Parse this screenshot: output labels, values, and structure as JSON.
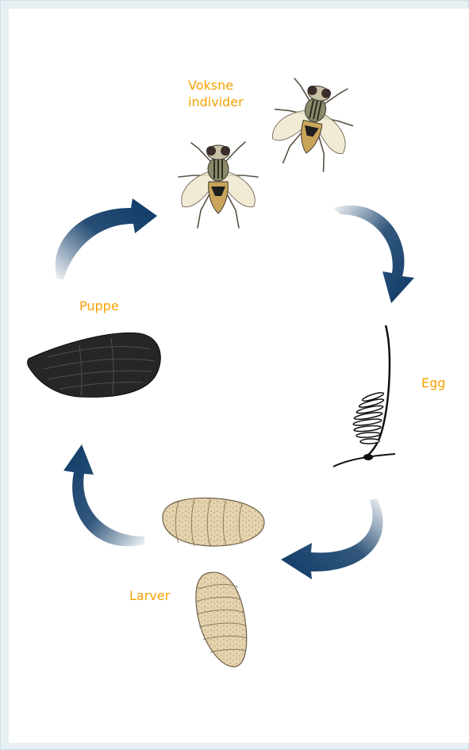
{
  "colors": {
    "label": "#f5a100",
    "arrow": "#0e3a66"
  },
  "stages": {
    "adults": {
      "label_line1": "Voksne",
      "label_line2": "individer",
      "icon": "housefly-icon"
    },
    "egg": {
      "label": "Egg",
      "icon": "egg-cluster-icon"
    },
    "larvae": {
      "label": "Larver",
      "icon": "larva-icon"
    },
    "pupa": {
      "label": "Puppe",
      "icon": "pupa-icon"
    }
  }
}
